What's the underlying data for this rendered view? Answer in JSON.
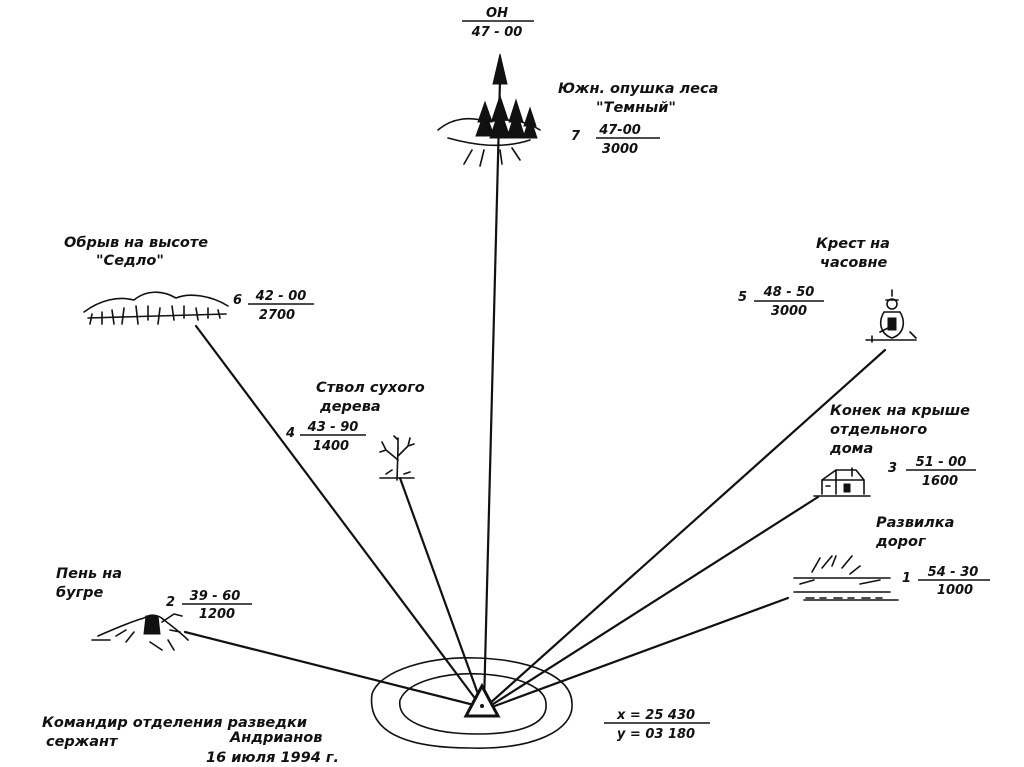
{
  "top": {
    "label": "ОН",
    "value": "47 - 00"
  },
  "landmarks": [
    {
      "id": "forest",
      "num": "7",
      "name_lines": [
        "Южн. опушка леса",
        "\"Темный\""
      ],
      "angle": "47-00",
      "distance": "3000",
      "icon": "forest-icon"
    },
    {
      "id": "cliff",
      "num": "6",
      "name_lines": [
        "Обрыв на высоте",
        "\"Седло\""
      ],
      "angle": "42 - 00",
      "distance": "2700",
      "icon": "cliff-icon"
    },
    {
      "id": "cross",
      "num": "5",
      "name_lines": [
        "Крест на",
        "часовне"
      ],
      "angle": "48 - 50",
      "distance": "3000",
      "icon": "chapel-cross-icon"
    },
    {
      "id": "tree",
      "num": "4",
      "name_lines": [
        "Ствол сухого",
        "дерева"
      ],
      "angle": "43 - 90",
      "distance": "1400",
      "icon": "dead-tree-icon"
    },
    {
      "id": "house",
      "num": "3",
      "name_lines": [
        "Конек на крыше",
        "отдельного",
        "дома"
      ],
      "angle": "51 - 00",
      "distance": "1600",
      "icon": "house-icon"
    },
    {
      "id": "stump",
      "num": "2",
      "name_lines": [
        "Пень на",
        "бугре"
      ],
      "angle": "39 - 60",
      "distance": "1200",
      "icon": "stump-icon"
    },
    {
      "id": "fork",
      "num": "1",
      "name_lines": [
        "Развилка",
        "дорог"
      ],
      "angle": "54 - 30",
      "distance": "1000",
      "icon": "road-fork-icon"
    }
  ],
  "coordinates": {
    "x": "x = 25 430",
    "y": "y = 03 180"
  },
  "signature": [
    "Командир отделения разведки",
    "сержант",
    "Андрианов",
    "16 июля 1994 г."
  ]
}
